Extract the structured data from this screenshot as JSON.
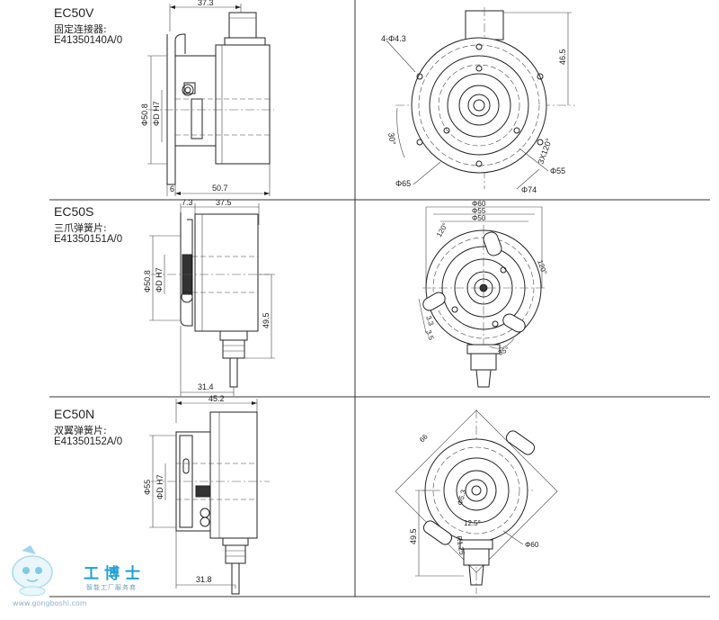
{
  "sections": [
    {
      "model": "EC50V",
      "desc": "固定连接器:",
      "part": "E41350140A/0"
    },
    {
      "model": "EC50S",
      "desc": "三爪弹簧片:",
      "part": "E41350151A/0"
    },
    {
      "model": "EC50N",
      "desc": "双翼弹簧片:",
      "part": "E41350152A/0"
    }
  ],
  "dims_v_side": {
    "top": "37.3",
    "bottom": "50.7",
    "flange": "6",
    "dia_outer": "Φ50.8",
    "dia_shaft": "ΦD H7"
  },
  "dims_v_front": {
    "holes": "4-Φ4.3",
    "height": "46.5",
    "angle1": "30°",
    "angle2": "3X120°",
    "d55": "Φ55",
    "d65": "Φ65",
    "d74": "Φ74"
  },
  "dims_s_side": {
    "top_left": "7.3",
    "top_right": "37.5",
    "dia_outer": "Φ50.8",
    "dia_shaft": "ΦD H7",
    "height": "49.5",
    "bottom": "31.4"
  },
  "dims_s_front": {
    "d60": "Φ60",
    "d55": "Φ55",
    "d50": "Φ50",
    "angle1": "120°",
    "angle2": "120°",
    "slot": "3.5",
    "slot2": "3.3",
    "angle3": "35°"
  },
  "dims_n_side": {
    "top": "45.2",
    "dia_outer": "Φ55",
    "dia_shaft": "ΦD H7",
    "bottom": "31.8"
  },
  "dims_n_front": {
    "diag": "66",
    "height": "49.5",
    "d60": "Φ60",
    "angle": "12.5°",
    "r": "R1.25",
    "small": "Φ5.3"
  },
  "logo": {
    "name": "工博士",
    "tagline": "智能工厂服务商",
    "url": "www.gongboshi.com"
  }
}
